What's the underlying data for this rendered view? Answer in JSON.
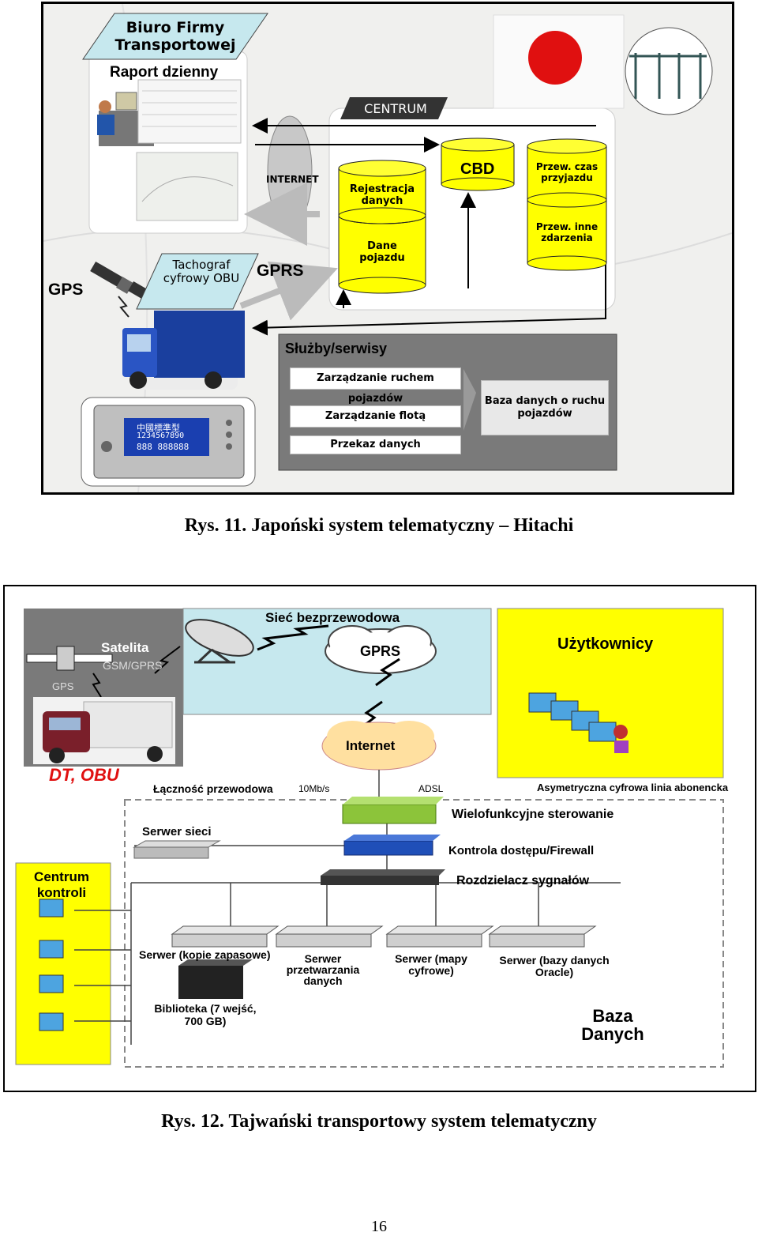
{
  "fig1": {
    "caption": "Rys. 11. Japoński system telematyczny – Hitachi",
    "office": "Biuro Firmy Transportowej",
    "daily_report": "Raport dzienny",
    "center": "CENTRUM",
    "internet": "INTERNET",
    "gps": "GPS",
    "gprs": "GPRS",
    "tachograph": "Tachograf cyfrowy OBU",
    "db_registration": "Rejestracja danych",
    "db_vehicle": "Dane pojazdu",
    "cbd": "CBD",
    "db_travel_time": "Przew. czas przyjazdu",
    "db_other_events": "Przew. inne zdarzenia",
    "services_title": "Służby/serwisy",
    "services": [
      "Zarządzanie ruchem pojazdów",
      "Zarządzanie flotą",
      "Przekaz danych"
    ],
    "traffic_db": "Baza danych o ruchu pojazdów",
    "device_screen": [
      "中國標準型",
      "1234567890",
      "888   888888"
    ]
  },
  "fig2": {
    "caption": "Rys. 12. Tajwański transportowy system telematyczny",
    "wireless": "Sieć bezprzewodowa",
    "satellite": "Satelita",
    "gsm_gprs": "GSM/GPRS",
    "gps": "GPS",
    "gprs": "GPRS",
    "internet": "Internet",
    "users": "Użytkownicy",
    "dt_obu": "DT, OBU",
    "wired": "Łączność przewodowa",
    "speed": "10Mb/s",
    "adsl": "ADSL",
    "adsl_full": "Asymetryczna cyfrowa linia abonencka",
    "multi_control": "Wielofunkcyjne sterowanie",
    "network_server": "Serwer sieci",
    "firewall": "Kontrola dostępu/Firewall",
    "splitter": "Rozdzielacz sygnałów",
    "control_center": "Centrum kontroli",
    "server_backup": "Serwer (kopie zapasowe)",
    "server_processing": "Serwer przetwarzania danych",
    "server_maps": "Serwer (mapy cyfrowe)",
    "server_oracle": "Serwer (bazy danych Oracle)",
    "library": "Biblioteka (7 wejść, 700 GB)",
    "database": "Baza Danych"
  },
  "page_number": "16",
  "colors": {
    "yellow": "#ffff00",
    "cyan_panel": "#c6e8ee",
    "grey_panel": "#7a7a7a",
    "frame": "#000000"
  }
}
